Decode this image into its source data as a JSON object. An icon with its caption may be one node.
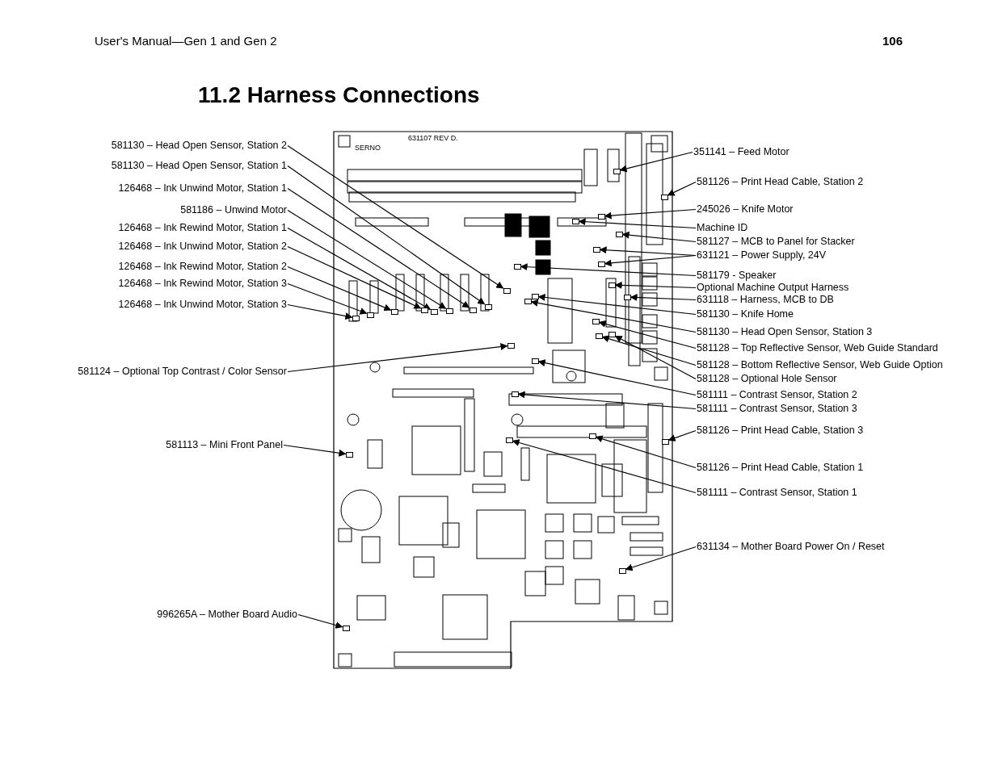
{
  "diagram": {
    "title": "11.2 Harness Connections",
    "nodes": [
      {
        "text": [
          "581130 – Head Open Sensor, Station 2"
        ]
      },
      {
        "text": [
          "581130 – Head Open Sensor, Station 1"
        ]
      },
      {
        "text": [
          "126468 – Ink Unwind Motor, Station 1"
        ]
      },
      {
        "text": [
          "581186 – Unwind Motor"
        ]
      },
      {
        "text": [
          "126468 – Ink Rewind Motor, Station 1"
        ]
      },
      {
        "text": [
          "126468 – Ink Unwind Motor, Station 2"
        ]
      },
      {
        "text": [
          "126468 – Ink Rewind Motor, Station 2"
        ]
      },
      {
        "text": [
          "126468 – Ink Rewind Motor, Station 3"
        ]
      },
      {
        "text": [
          "126468 – Ink Unwind Motor, Station 3"
        ]
      },
      {
        "text": [
          "581124 – Optional Top Contrast / Color Sensor"
        ]
      },
      {
        "text": [
          "581113 – Mini Front Panel"
        ]
      },
      {
        "text": [
          "996265A – Mother Board Audio"
        ]
      },
      {
        "text": [
          "351141 – Feed Motor"
        ]
      },
      {
        "text": [
          "581126 – Print Head Cable, Station 2"
        ]
      },
      {
        "text": [
          "245026 – Knife Motor"
        ]
      },
      {
        "text": [
          "Machine ID"
        ]
      },
      {
        "text": [
          "581127 – MCB to Panel for Stacker"
        ]
      },
      {
        "text": [
          "631121 – Power Supply, 24V"
        ]
      },
      {
        "text": [
          "581179 - Speaker"
        ]
      },
      {
        "text": [
          "Optional Machine Output Harness"
        ]
      },
      {
        "text": [
          "631118 – Harness, MCB to DB"
        ]
      },
      {
        "text": [
          "581130 – Knife Home"
        ]
      },
      {
        "text": [
          "581130 – Head Open Sensor, Station 3"
        ]
      },
      {
        "text": [
          "581128 – Top Reflective Sensor, Web Guide Standard"
        ]
      },
      {
        "text": [
          "581128 – Bottom Reflective Sensor, Web Guide Option"
        ]
      },
      {
        "text": [
          "581128 – Optional Hole Sensor"
        ]
      },
      {
        "text": [
          "581111 – Contrast Sensor, Station 2"
        ]
      },
      {
        "text": [
          "581111 – Contrast Sensor, Station 3"
        ]
      },
      {
        "text": [
          "581126 – Print Head Cable, Station 3"
        ]
      },
      {
        "text": [
          "581126 – Print Head Cable, Station 1"
        ]
      },
      {
        "text": [
          "581111 – Contrast Sensor, Station 1"
        ]
      },
      {
        "text": [
          "631134 – Mother Board Power On / Reset"
        ]
      },
      {
        "text": [],
        "shape": "box"
      },
      {
        "text": [],
        "shape": "box"
      },
      {
        "text": [],
        "shape": "box"
      },
      {
        "text": [],
        "shape": "box"
      },
      {
        "text": [],
        "shape": "box"
      },
      {
        "text": [],
        "shape": "box"
      },
      {
        "text": [],
        "shape": "box"
      },
      {
        "text": [],
        "shape": "box"
      },
      {
        "text": [],
        "shape": "box"
      },
      {
        "text": [],
        "shape": "box"
      },
      {
        "text": [],
        "shape": "box"
      },
      {
        "text": [],
        "shape": "box"
      },
      {
        "text": [],
        "shape": "box"
      },
      {
        "text": [],
        "shape": "box"
      },
      {
        "text": [],
        "shape": "box"
      },
      {
        "text": [],
        "shape": "box"
      },
      {
        "text": [],
        "shape": "box"
      },
      {
        "text": [],
        "shape": "box"
      },
      {
        "text": [],
        "shape": "box"
      },
      {
        "text": [],
        "shape": "box"
      },
      {
        "text": [],
        "shape": "box"
      },
      {
        "text": [],
        "shape": "box"
      },
      {
        "text": [],
        "shape": "box"
      },
      {
        "text": [],
        "shape": "box"
      },
      {
        "text": [],
        "shape": "box"
      },
      {
        "text": [],
        "shape": "box"
      },
      {
        "text": [],
        "shape": "box"
      },
      {
        "text": [],
        "shape": "box"
      },
      {
        "text": [],
        "shape": "box"
      },
      {
        "text": [],
        "shape": "box"
      },
      {
        "text": [],
        "shape": "box"
      },
      {
        "text": [],
        "shape": "box"
      },
      {
        "text": [],
        "shape": "box"
      }
    ],
    "edges": [
      {
        "from": 0,
        "to": 32,
        "arrow": "to"
      },
      {
        "from": 1,
        "to": 33,
        "arrow": "to"
      },
      {
        "from": 2,
        "to": 34,
        "arrow": "to"
      },
      {
        "from": 3,
        "to": 35,
        "arrow": "to"
      },
      {
        "from": 4,
        "to": 36,
        "arrow": "to"
      },
      {
        "from": 5,
        "to": 37,
        "arrow": "to"
      },
      {
        "from": 6,
        "to": 38,
        "arrow": "to"
      },
      {
        "from": 7,
        "to": 39,
        "arrow": "to"
      },
      {
        "from": 8,
        "to": 40,
        "arrow": "to"
      },
      {
        "from": 9,
        "to": 41,
        "arrow": "to"
      },
      {
        "from": 10,
        "to": 42,
        "arrow": "to"
      },
      {
        "from": 11,
        "to": 43,
        "arrow": "to"
      },
      {
        "from": 12,
        "to": 44,
        "arrow": "to"
      },
      {
        "from": 13,
        "to": 45,
        "arrow": "to"
      },
      {
        "from": 14,
        "to": 46,
        "arrow": "to"
      },
      {
        "from": 15,
        "to": 47,
        "arrow": "to"
      },
      {
        "from": 16,
        "to": 48,
        "arrow": "to"
      },
      {
        "from": 17,
        "to": 49,
        "arrow": "to"
      },
      {
        "from": 17,
        "to": 50,
        "arrow": "to"
      },
      {
        "from": 18,
        "to": 51,
        "arrow": "to"
      },
      {
        "from": 19,
        "to": 52,
        "arrow": "to"
      },
      {
        "from": 20,
        "to": 53,
        "arrow": "to"
      },
      {
        "from": 21,
        "to": 54,
        "arrow": "to"
      },
      {
        "from": 22,
        "to": 55,
        "arrow": "to"
      },
      {
        "from": 23,
        "to": 56,
        "arrow": "to"
      },
      {
        "from": 24,
        "to": 57,
        "arrow": "to"
      },
      {
        "from": 25,
        "to": 58,
        "arrow": "to"
      },
      {
        "from": 26,
        "to": 59,
        "arrow": "to"
      },
      {
        "from": 27,
        "to": 60,
        "arrow": "to"
      },
      {
        "from": 28,
        "to": 61,
        "arrow": "to"
      },
      {
        "from": 29,
        "to": 62,
        "arrow": "to"
      },
      {
        "from": 30,
        "to": 63,
        "arrow": "to"
      },
      {
        "from": 31,
        "to": 64,
        "arrow": "to"
      }
    ],
    "labels": [
      "User's Manual—Gen 1 and Gen 2",
      "106",
      "631107 REV D.",
      "SERNO"
    ]
  }
}
